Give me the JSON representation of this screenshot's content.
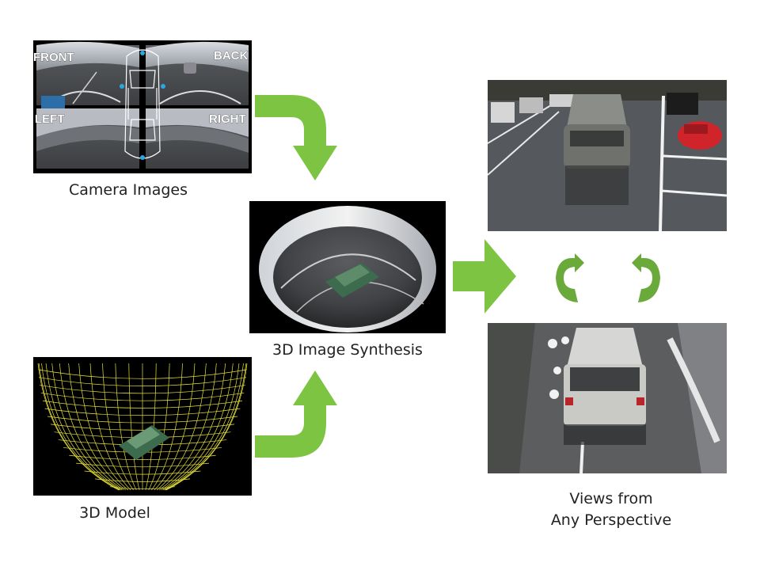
{
  "camera_images": {
    "caption": "Camera Images",
    "labels": {
      "front": "FRONT",
      "back": "BACK",
      "left": "LEFT",
      "right": "RIGHT"
    }
  },
  "synthesis": {
    "caption": "3D Image Synthesis"
  },
  "model": {
    "caption": "3D Model"
  },
  "views": {
    "caption_line1": "Views from",
    "caption_line2": "Any Perspective"
  },
  "colors": {
    "arrow_green": "#7dc443",
    "rotate_green": "#6aaa3a",
    "mesh_yellow": "#e8e23a"
  }
}
